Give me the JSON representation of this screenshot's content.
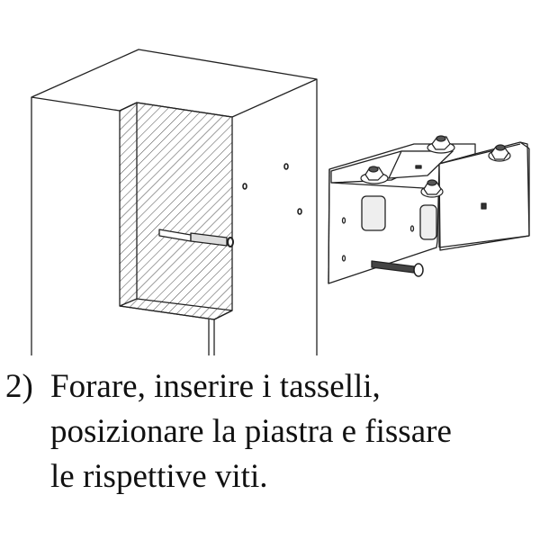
{
  "step": {
    "number": "2)",
    "lines": [
      "Forare, inserire i tasselli,",
      "posizionare la piastra e fissare",
      "le rispettive viti."
    ]
  },
  "illustration": {
    "subject": "post-with-bracket",
    "line_color": "#222222",
    "background": "#ffffff"
  }
}
